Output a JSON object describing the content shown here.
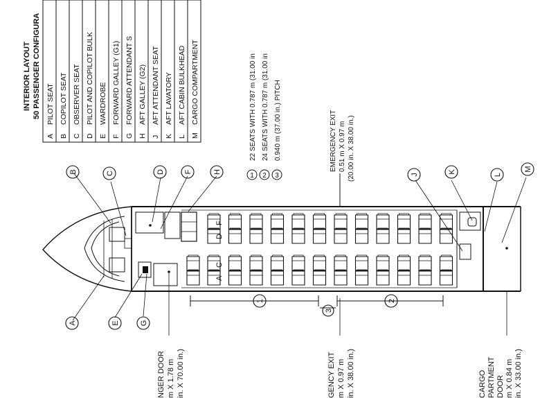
{
  "title": {
    "line1": "INTERIOR LAYOUT",
    "line2": "50 PASSENGER CONFIGURA"
  },
  "legend": [
    {
      "key": "A",
      "label": "PILOT SEAT"
    },
    {
      "key": "B",
      "label": "COPILOT SEAT"
    },
    {
      "key": "C",
      "label": "OBSERVER SEAT"
    },
    {
      "key": "D",
      "label": "PILOT AND COPILOT BULK"
    },
    {
      "key": "E",
      "label": "WARDROBE"
    },
    {
      "key": "F",
      "label": "FORWARD GALLEY (G1)"
    },
    {
      "key": "G",
      "label": "FORWARD ATTENDANT S"
    },
    {
      "key": "H",
      "label": "AFT GALLEY (G2)"
    },
    {
      "key": "J",
      "label": "AFT ATTENDANT SEAT"
    },
    {
      "key": "K",
      "label": "AFT LAVATORY"
    },
    {
      "key": "L",
      "label": "AFT CABIN BULKHEAD"
    },
    {
      "key": "M",
      "label": "CARGO COMPARTMENT"
    }
  ],
  "notes": [
    {
      "num": "1",
      "text": "22 SEATS WITH 0.787 m (31.00 in"
    },
    {
      "num": "2",
      "text": "24 SEATS WITH 0.787 m (31.00 in"
    },
    {
      "num": "3",
      "text": "0.940 m (37.00 in.) PITCH"
    }
  ],
  "emergency_exit_top": {
    "line1": "EMERGENCY EXIT",
    "line2": "0.51 m X 0.97 m",
    "line3": "(20.00 in. X 38.00 in.)"
  },
  "passenger_door": {
    "line1": "NGER DOOR",
    "line2": "m X 1.78 m",
    "line3": "in. X 70.00 in.)"
  },
  "emergency_exit_bottom": {
    "line1": "GENCY EXIT",
    "line2": "m X 0.97 m",
    "line3": "in. X 38.00 in.)"
  },
  "cargo_door": {
    "line1": "CARGO",
    "line2": "PARTMENT",
    "line3": "DOOR",
    "line4": "m X 0.84 m",
    "line5": "in. X 33.00 in.)"
  },
  "callouts_top": [
    "B",
    "C",
    "D",
    "F",
    "H"
  ],
  "callouts_top_right": [
    "J",
    "K",
    "L",
    "M"
  ],
  "callouts_bottom": [
    "A",
    "E",
    "G"
  ],
  "dimension_markers": [
    "1",
    "3",
    "2"
  ],
  "seat_row_labels": {
    "top_row": [
      "D",
      "F"
    ],
    "bottom_row": [
      "A",
      "C"
    ]
  }
}
